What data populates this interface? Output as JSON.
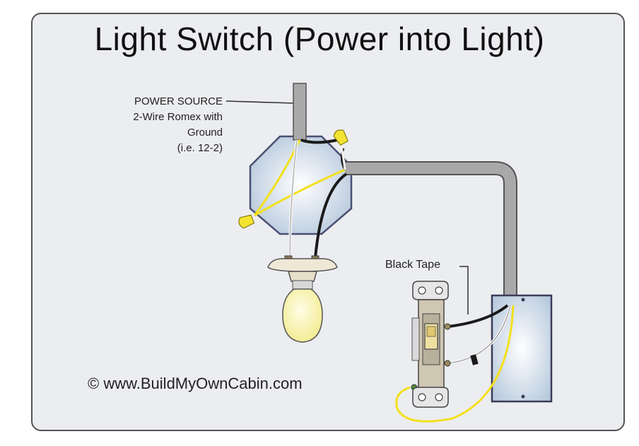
{
  "title": "Light Switch (Power into Light)",
  "labels": {
    "power_source": "POWER SOURCE",
    "romex": "2-Wire Romex with Ground",
    "example": "(i.e. 12-2)",
    "black_tape": "Black Tape",
    "copyright": "© www.BuildMyOwnCabin.com"
  },
  "colors": {
    "background": "#ecedf0",
    "box_fill": "#c6d4e3",
    "conduit": "#a9a9a9",
    "wire_black": "#1a1a1a",
    "wire_white": "#f4f4f4",
    "wire_ground": "#f3e01c",
    "bulb": "#fbf6b4"
  },
  "icons": [
    "octagon-junction-box",
    "light-fixture",
    "light-bulb",
    "toggle-switch",
    "switch-box",
    "wire-nut"
  ]
}
